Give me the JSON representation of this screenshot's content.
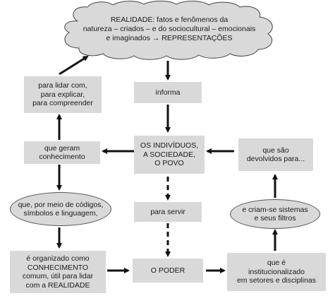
{
  "cloud": {
    "text": "REALIDADE: fatos e fenômenos da\nnatureza – criados – e do sociocultural – emocionais\ne imaginados → REPRESENTAÇÕES"
  },
  "boxes": {
    "informa": "informa",
    "individuos": "OS INDIVÍDUOS,\nA SOCIEDADE,\nO POVO",
    "para_servir": "para servir",
    "poder": "O PODER",
    "lidar": "para lidar com,\npara explicar,\npara compreender",
    "geram": "que geram\nconhecimento",
    "organizado": "é organizado como\nCONHECIMENTO\ncomum, útil para lidar\ncom a REALIDADE",
    "devolvidos": "que são\ndevolvidos para...",
    "institucionalizado": "que é\ninstitucionalizado\nem setores e disciplinas"
  },
  "ovals": {
    "codigos": "que, por meio de códigos,\nsímbolos e linguagem,",
    "sistemas": "e criam-se sistemas\ne seus filtros"
  },
  "colors": {
    "box_fill": "#d9d9d9",
    "arrow": "#111111"
  }
}
